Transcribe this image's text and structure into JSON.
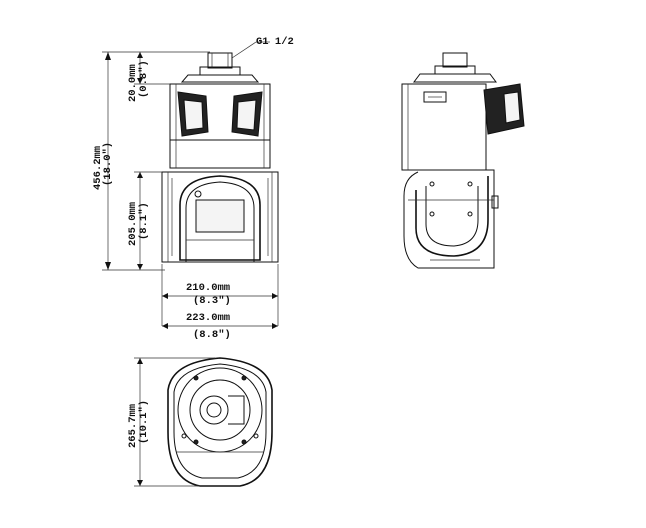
{
  "drawing": {
    "thread_label": "G1 1/2",
    "dimensions": {
      "total_height": {
        "mm": "456.2mm",
        "inch": "(18.0\")"
      },
      "mount_height": {
        "mm": "20.0mm",
        "inch": "(0.8\")"
      },
      "lower_height": {
        "mm": "205.0mm",
        "inch": "(8.1\")"
      },
      "lower_width": {
        "mm": "210.0mm",
        "inch": "(8.3\")"
      },
      "overall_width": {
        "mm": "223.0mm",
        "inch": "(8.8\")"
      },
      "bottom_depth": {
        "mm": "265.7mm",
        "inch": "(10.1\")"
      }
    },
    "views": [
      "front-view",
      "side-view",
      "bottom-view"
    ],
    "colors": {
      "line": "#111111",
      "background": "#ffffff"
    }
  }
}
